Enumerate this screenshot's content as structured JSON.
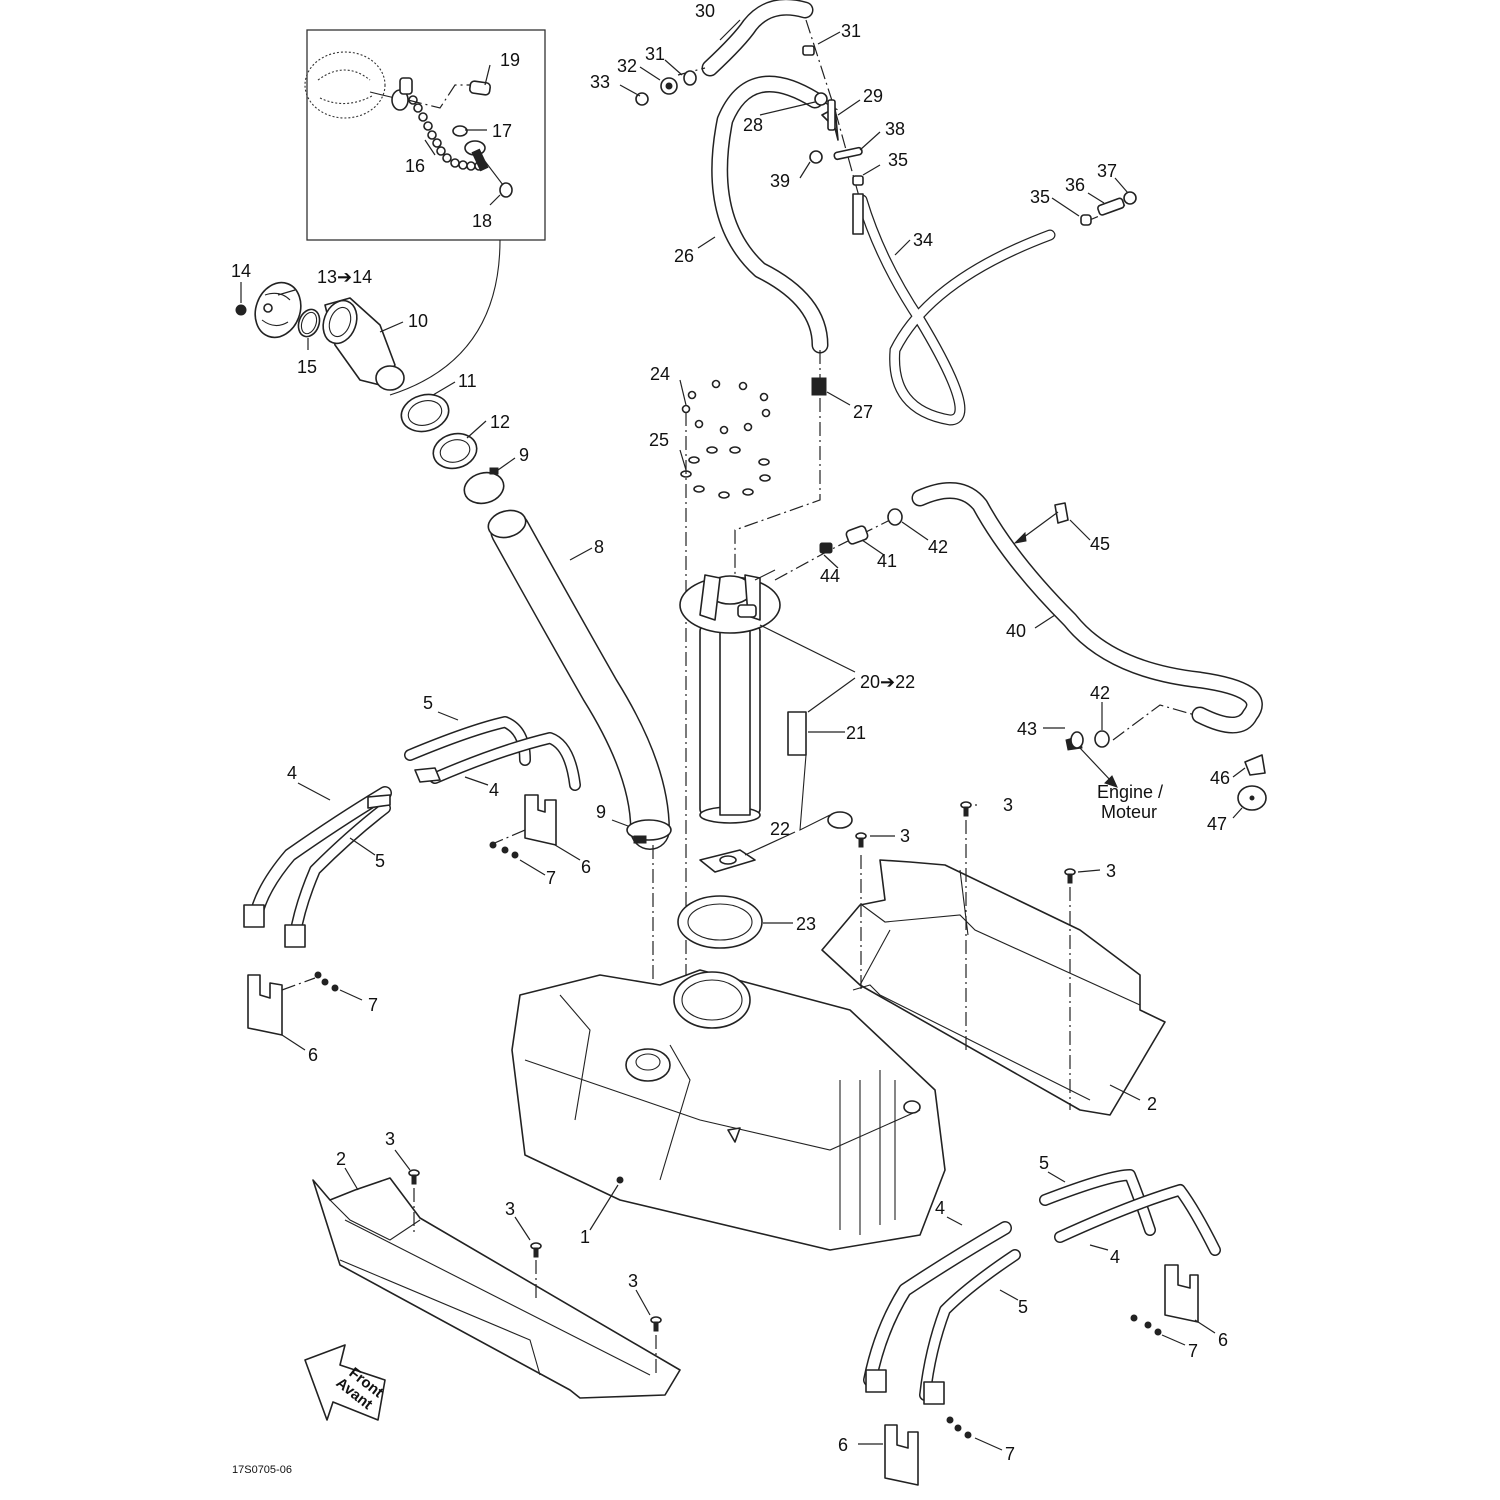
{
  "diagram": {
    "title": "Fuel tank system exploded parts diagram",
    "reference_code": "17S0705-06",
    "direction_indicator": {
      "line1": "Front",
      "line2": "Avant"
    },
    "engine_note": {
      "line1": "Engine /",
      "line2": "Moteur"
    },
    "callouts": {
      "c1": "1",
      "c2a": "2",
      "c2b": "2",
      "c3a": "3",
      "c3b": "3",
      "c3c": "3",
      "c3d": "3",
      "c3e": "3",
      "c3f": "3",
      "c4a": "4",
      "c4b": "4",
      "c4c": "4",
      "c4d": "4",
      "c5a": "5",
      "c5b": "5",
      "c5c": "5",
      "c5d": "5",
      "c6a": "6",
      "c6b": "6",
      "c6c": "6",
      "c6d": "6",
      "c7a": "7",
      "c7b": "7",
      "c7c": "7",
      "c7d": "7",
      "c8": "8",
      "c9a": "9",
      "c9b": "9",
      "c10": "10",
      "c11": "11",
      "c12": "12",
      "c13": "13➔14",
      "c14": "14",
      "c15": "15",
      "c16": "16",
      "c17": "17",
      "c18": "18",
      "c19": "19",
      "c20": "20➔22",
      "c21": "21",
      "c22": "22",
      "c23": "23",
      "c24": "24",
      "c25": "25",
      "c26": "26",
      "c27": "27",
      "c28": "28",
      "c29": "29",
      "c30": "30",
      "c31a": "31",
      "c31b": "31",
      "c32": "32",
      "c33": "33",
      "c34": "34",
      "c35a": "35",
      "c35b": "35",
      "c36": "36",
      "c37": "37",
      "c38": "38",
      "c39": "39",
      "c40": "40",
      "c41": "41",
      "c42a": "42",
      "c42b": "42",
      "c43": "43",
      "c44": "44",
      "c45": "45",
      "c46": "46",
      "c47": "47"
    },
    "parts": [
      {
        "ref": "1",
        "name": "fuel-tank"
      },
      {
        "ref": "2",
        "name": "tank-shield"
      },
      {
        "ref": "3",
        "name": "push-rivet"
      },
      {
        "ref": "4",
        "name": "tank-strap"
      },
      {
        "ref": "5",
        "name": "tank-strap-spring"
      },
      {
        "ref": "6",
        "name": "strap-bracket"
      },
      {
        "ref": "7",
        "name": "bracket-screw"
      },
      {
        "ref": "8",
        "name": "filler-hose"
      },
      {
        "ref": "9",
        "name": "hose-clamp"
      },
      {
        "ref": "10",
        "name": "filler-neck"
      },
      {
        "ref": "11",
        "name": "gasket"
      },
      {
        "ref": "12",
        "name": "retaining-ring"
      },
      {
        "ref": "13➔14",
        "name": "fuel-cap"
      },
      {
        "ref": "14",
        "name": "cap-plug"
      },
      {
        "ref": "15",
        "name": "o-ring"
      },
      {
        "ref": "16",
        "name": "cap-chain"
      },
      {
        "ref": "17",
        "name": "washer"
      },
      {
        "ref": "18",
        "name": "rivet"
      },
      {
        "ref": "19",
        "name": "pin"
      },
      {
        "ref": "20➔22",
        "name": "fuel-pump-module"
      },
      {
        "ref": "21",
        "name": "fuel-level-sender"
      },
      {
        "ref": "22",
        "name": "filter"
      },
      {
        "ref": "23",
        "name": "pump-gasket"
      },
      {
        "ref": "24",
        "name": "nut"
      },
      {
        "ref": "25",
        "name": "washer"
      },
      {
        "ref": "26",
        "name": "vent-hose"
      },
      {
        "ref": "27",
        "name": "check-valve"
      },
      {
        "ref": "28",
        "name": "clamp"
      },
      {
        "ref": "29",
        "name": "y-fitting"
      },
      {
        "ref": "30",
        "name": "vent-hose"
      },
      {
        "ref": "31",
        "name": "clamp"
      },
      {
        "ref": "32",
        "name": "vent-valve"
      },
      {
        "ref": "33",
        "name": "cap"
      },
      {
        "ref": "34",
        "name": "vent-hose"
      },
      {
        "ref": "35",
        "name": "clamp"
      },
      {
        "ref": "36",
        "name": "valve"
      },
      {
        "ref": "37",
        "name": "cap"
      },
      {
        "ref": "38",
        "name": "tie-clip"
      },
      {
        "ref": "39",
        "name": "plug"
      },
      {
        "ref": "40",
        "name": "fuel-supply-hose"
      },
      {
        "ref": "41",
        "name": "quick-connector"
      },
      {
        "ref": "42",
        "name": "clamp"
      },
      {
        "ref": "43",
        "name": "quick-connector"
      },
      {
        "ref": "44",
        "name": "connector-clip"
      },
      {
        "ref": "45",
        "name": "hose-clip"
      },
      {
        "ref": "46",
        "name": "connector"
      },
      {
        "ref": "47",
        "name": "grommet"
      }
    ]
  }
}
